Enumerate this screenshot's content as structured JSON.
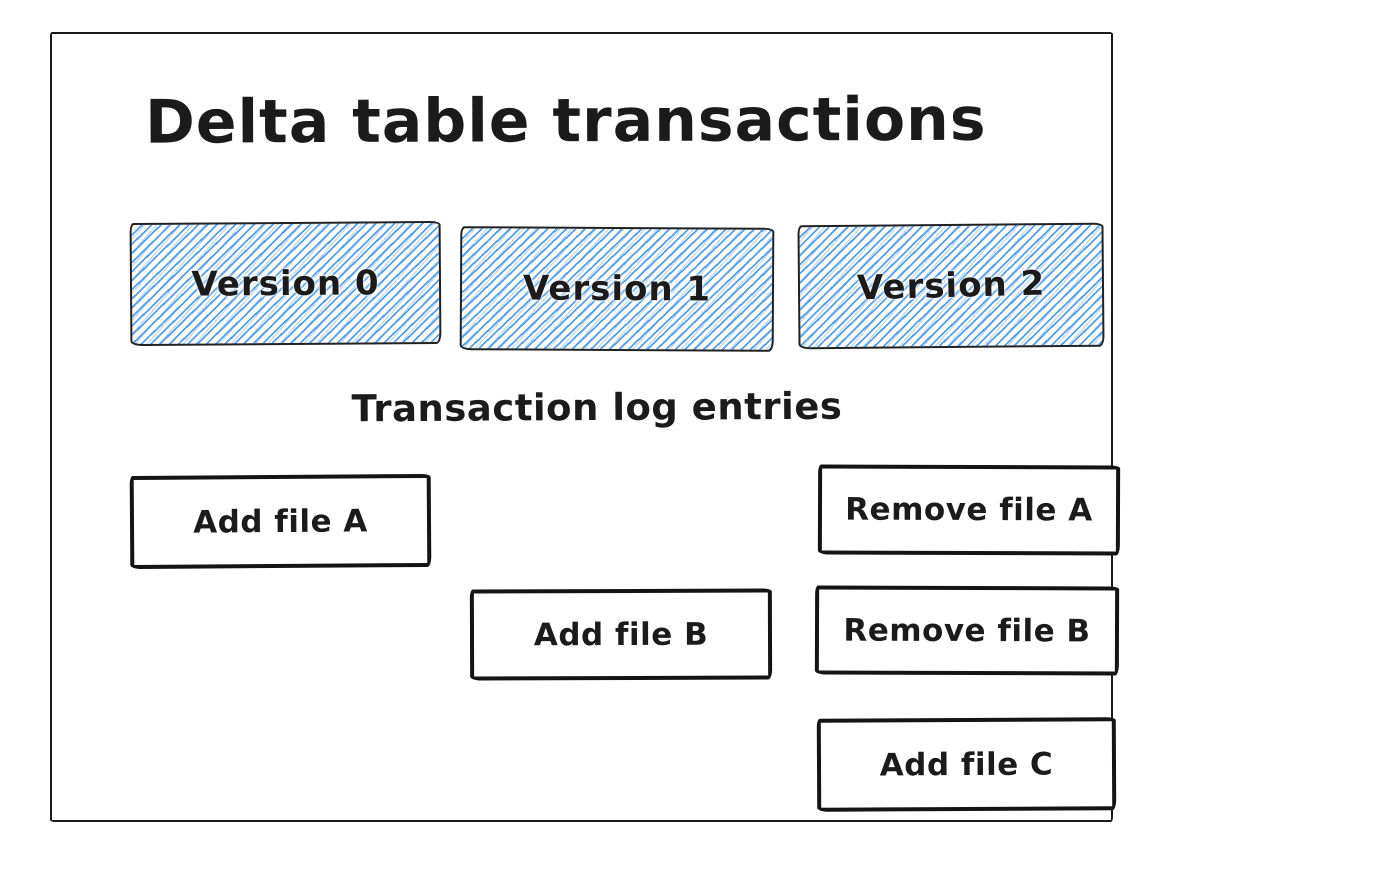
{
  "diagram": {
    "title": "Delta table transactions",
    "caption": "Transaction log entries",
    "versions": [
      {
        "label": "Version 0"
      },
      {
        "label": "Version 1"
      },
      {
        "label": "Version 2"
      }
    ],
    "log_entries": [
      {
        "label": "Add file A"
      },
      {
        "label": "Remove file A"
      },
      {
        "label": "Add file B"
      },
      {
        "label": "Remove file B"
      },
      {
        "label": "Add file C"
      }
    ],
    "colors": {
      "hatch_blue": "#4d9be8",
      "stroke_black": "#1b1b1b",
      "background": "#ffffff"
    }
  }
}
